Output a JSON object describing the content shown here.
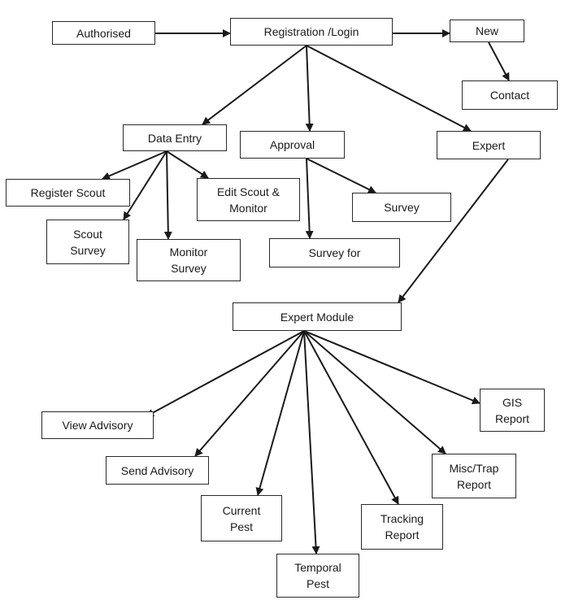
{
  "nodes": {
    "authorised": "Authorised",
    "registration": "Registration /Login",
    "new": "New",
    "contact": "Contact",
    "data_entry": "Data Entry",
    "approval": "Approval",
    "expert": "Expert",
    "register_scout": "Register Scout",
    "edit_scout": "Edit Scout &\nMonitor",
    "survey": "Survey",
    "scout_survey": "Scout\nSurvey",
    "monitor_survey": "Monitor\nSurvey",
    "survey_for": "Survey for",
    "expert_module": "Expert Module",
    "gis_report": "GIS\nReport",
    "view_advisory": "View Advisory",
    "send_advisory": "Send Advisory",
    "misc_trap_report": "Misc/Trap\nReport",
    "current_pest": "Current\nPest",
    "tracking_report": "Tracking\nReport",
    "temporal_pest": "Temporal\nPest"
  },
  "edges": [
    {
      "from": "authorised",
      "to": "registration"
    },
    {
      "from": "registration",
      "to": "new"
    },
    {
      "from": "new",
      "to": "contact"
    },
    {
      "from": "registration",
      "to": "data_entry"
    },
    {
      "from": "registration",
      "to": "approval"
    },
    {
      "from": "registration",
      "to": "expert"
    },
    {
      "from": "data_entry",
      "to": "register_scout"
    },
    {
      "from": "data_entry",
      "to": "scout_survey"
    },
    {
      "from": "data_entry",
      "to": "monitor_survey"
    },
    {
      "from": "data_entry",
      "to": "edit_scout"
    },
    {
      "from": "approval",
      "to": "survey_for"
    },
    {
      "from": "approval",
      "to": "survey"
    },
    {
      "from": "expert",
      "to": "expert_module"
    },
    {
      "from": "expert_module",
      "to": "view_advisory"
    },
    {
      "from": "expert_module",
      "to": "send_advisory"
    },
    {
      "from": "expert_module",
      "to": "current_pest"
    },
    {
      "from": "expert_module",
      "to": "temporal_pest"
    },
    {
      "from": "expert_module",
      "to": "tracking_report"
    },
    {
      "from": "expert_module",
      "to": "misc_trap_report"
    },
    {
      "from": "expert_module",
      "to": "gis_report"
    }
  ],
  "colors": {
    "line": "#1a1a1a",
    "box_border": "#2a2a2a",
    "background": "#ffffff"
  }
}
